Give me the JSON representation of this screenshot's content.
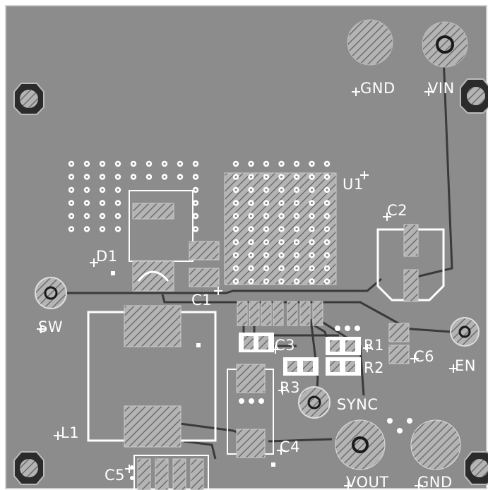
{
  "board": {
    "colors": {
      "substrate": "#8c8c8c",
      "silkscreen": "#ffffff",
      "trace": "#3a3a3a",
      "pad_fill": "#b4b4b4",
      "hatch": "#6e6e6e",
      "hole": "#1a1a1a",
      "mount_hole": "#2b2b2b"
    },
    "labels": {
      "gnd_top": "GND",
      "vin": "VIN",
      "u1": "U1",
      "c2": "C2",
      "d1": "D1",
      "c1": "C1",
      "sw": "SW",
      "c3": "C3",
      "r1": "R1",
      "r2": "R2",
      "c6": "C6",
      "en": "EN",
      "r3": "R3",
      "sync": "SYNC",
      "l1": "L1",
      "c4": "C4",
      "c5": "C5",
      "vout": "VOUT",
      "gnd_bottom": "GND"
    },
    "icons": {
      "mount_hole": "octagon-mounting-hole-icon",
      "test_point": "circular-test-point-icon"
    }
  }
}
